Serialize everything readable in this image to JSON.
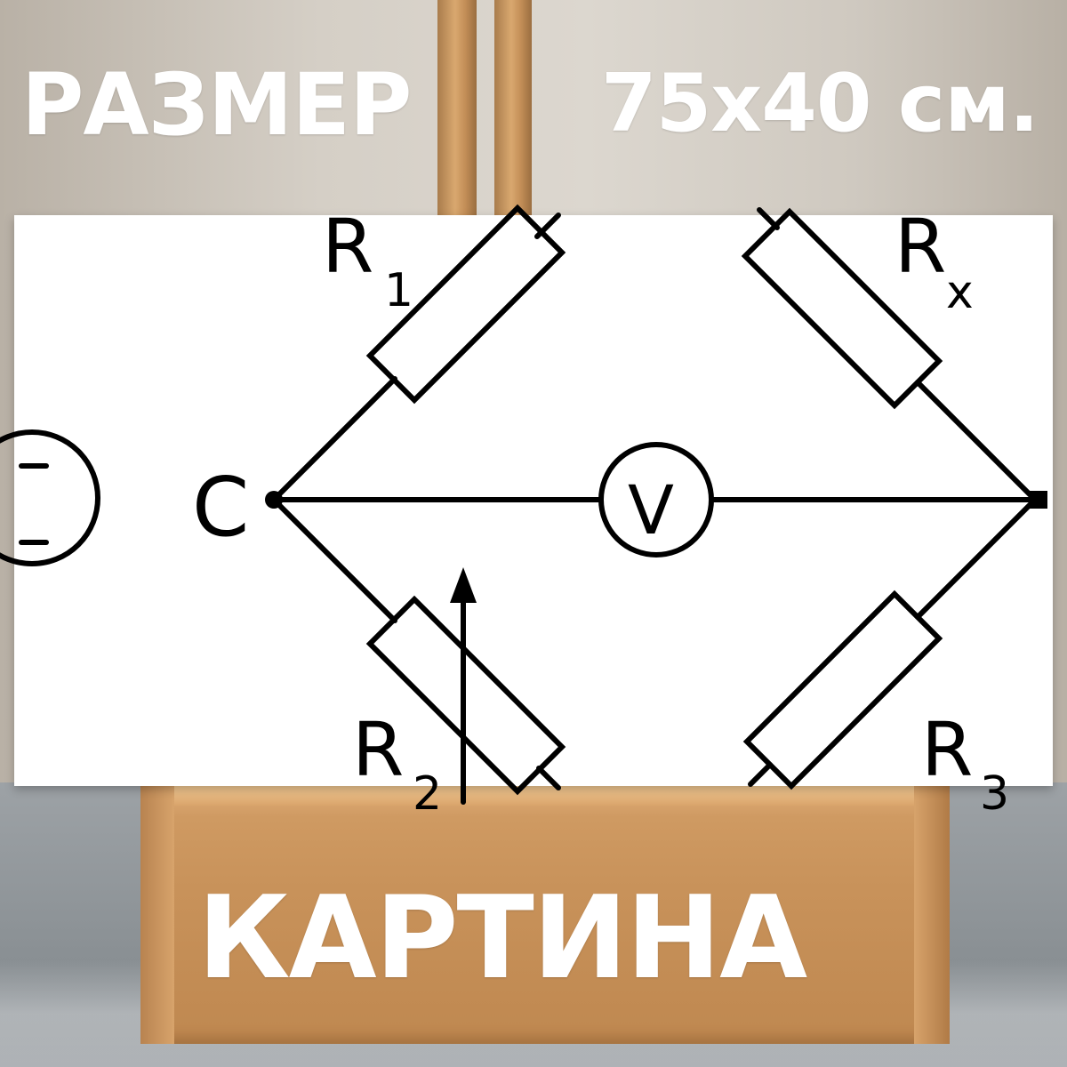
{
  "banner": {
    "size_label": "РАЗМЕР",
    "dimensions": "75x40 см.",
    "product_label": "КАРТИНА"
  },
  "diagram": {
    "node_label": "C",
    "meter_label": "V",
    "resistors": [
      {
        "letter": "R",
        "subscript": "1"
      },
      {
        "letter": "R",
        "subscript": "x"
      },
      {
        "letter": "R",
        "subscript": "2"
      },
      {
        "letter": "R",
        "subscript": "3"
      }
    ]
  },
  "colors": {
    "text_overlay": "#ffffff",
    "wood": "#c8925a",
    "diagram_ink": "#000000",
    "canvas": "#ffffff"
  }
}
